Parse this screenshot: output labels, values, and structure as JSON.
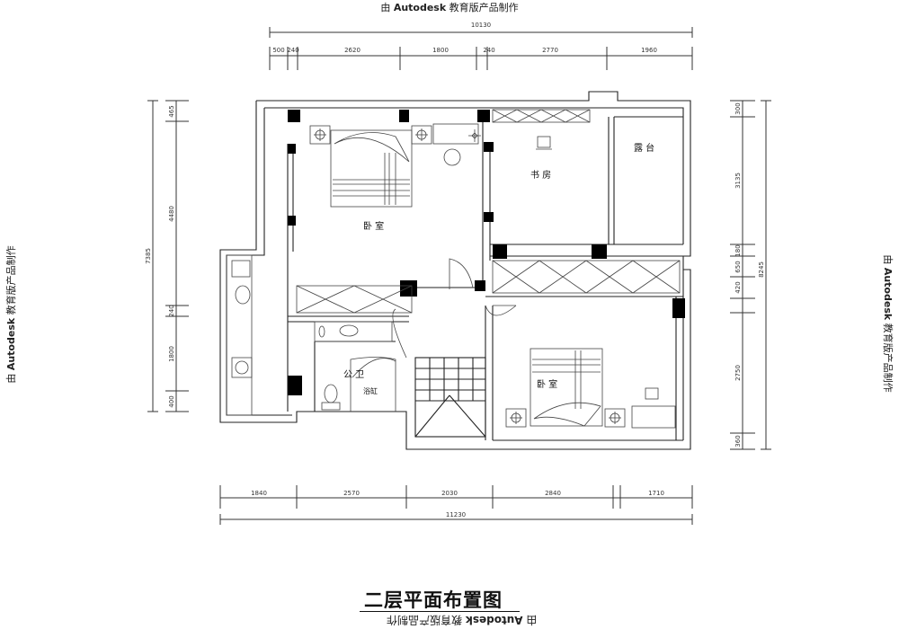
{
  "watermark": {
    "prefix": "由",
    "brand": "Autodesk",
    "suffix": "教育版产品制作"
  },
  "title": "二层平面布置图",
  "rooms": {
    "bedroom_master": "卧 室",
    "study": "书 房",
    "terrace": "露 台",
    "bedroom_second": "卧 室",
    "bathroom": "公 卫",
    "bathtub": "浴缸"
  },
  "dimensions": {
    "top_total": "10130",
    "top_segments": [
      "500",
      "240",
      "2620",
      "1800",
      "240",
      "2770",
      "1960"
    ],
    "bottom_total": "11230",
    "bottom_segments": [
      "1840",
      "2570",
      "2030",
      "2840",
      "1710"
    ],
    "left_total": "7385",
    "left_segments": [
      "465",
      "4480",
      "240",
      "1800",
      "400"
    ],
    "right_total": "8245",
    "right_segments": [
      "300",
      "3135",
      "180",
      "650",
      "420",
      "2750",
      "360"
    ]
  }
}
